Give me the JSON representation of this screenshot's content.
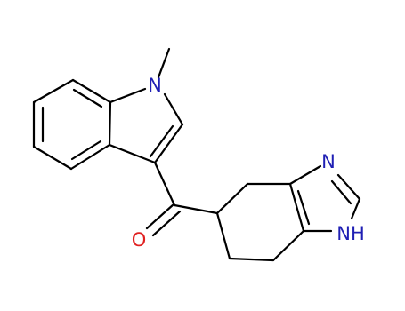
{
  "molecule": {
    "atoms": {
      "n_indole": {
        "label": "N",
        "color": "#1f1fb4"
      },
      "o_carbonyl": {
        "label": "O",
        "color": "#e02020"
      },
      "n_imidazole": {
        "label": "N",
        "color": "#1f1fb4"
      },
      "nh_imidazole": {
        "label": "NH",
        "color": "#1f1fb4"
      }
    },
    "bond_color": "#000000",
    "background": "#ffffff"
  }
}
